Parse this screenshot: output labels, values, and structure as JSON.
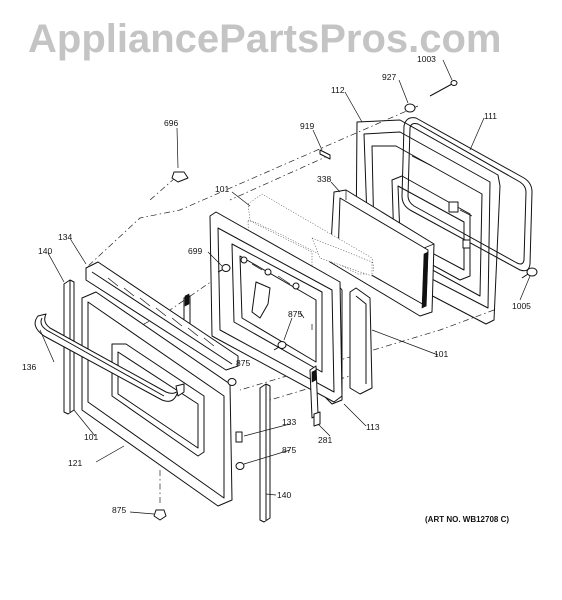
{
  "watermark": "AppliancePartsPros.com",
  "art_number": "(ART NO. WB12708 C)",
  "callouts": [
    {
      "id": "1003",
      "label": "1003"
    },
    {
      "id": "927",
      "label": "927"
    },
    {
      "id": "112",
      "label": "112"
    },
    {
      "id": "111",
      "label": "111"
    },
    {
      "id": "696",
      "label": "696"
    },
    {
      "id": "919",
      "label": "919"
    },
    {
      "id": "338",
      "label": "338"
    },
    {
      "id": "101a",
      "label": "101"
    },
    {
      "id": "699",
      "label": "699"
    },
    {
      "id": "134",
      "label": "134"
    },
    {
      "id": "140a",
      "label": "140"
    },
    {
      "id": "875a",
      "label": "875"
    },
    {
      "id": "1005",
      "label": "1005"
    },
    {
      "id": "101b",
      "label": "101"
    },
    {
      "id": "875b",
      "label": "875"
    },
    {
      "id": "136",
      "label": "136"
    },
    {
      "id": "113",
      "label": "113"
    },
    {
      "id": "133",
      "label": "133"
    },
    {
      "id": "281",
      "label": "281"
    },
    {
      "id": "101c",
      "label": "101"
    },
    {
      "id": "875c",
      "label": "875"
    },
    {
      "id": "121",
      "label": "121"
    },
    {
      "id": "140b",
      "label": "140"
    },
    {
      "id": "875d",
      "label": "875"
    }
  ]
}
